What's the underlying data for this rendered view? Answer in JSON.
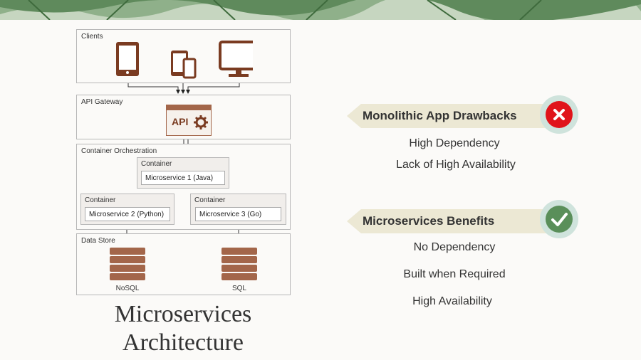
{
  "diagram": {
    "clients": {
      "label": "Clients",
      "devices": [
        "tablet-icon",
        "mobile-devices-icon",
        "desktop-monitor-icon"
      ]
    },
    "gateway": {
      "label": "API Gateway",
      "api_text": "API"
    },
    "orchestration": {
      "label": "Container Orchestration",
      "containers": [
        {
          "label": "Container",
          "service": "Microservice 1 (Java)"
        },
        {
          "label": "Container",
          "service": "Microservice 2 (Python)"
        },
        {
          "label": "Container",
          "service": "Microservice 3 (Go)"
        }
      ]
    },
    "datastore": {
      "label": "Data Store",
      "stores": [
        "NoSQL",
        "SQL"
      ]
    },
    "title_line1": "Microservices",
    "title_line2": "Architecture"
  },
  "drawbacks": {
    "title": "Monolithic App Drawbacks",
    "items": [
      "High Dependency",
      "Lack of High Availability"
    ],
    "color": "#e0141b"
  },
  "benefits": {
    "title": "Microservices Benefits",
    "items": [
      "No Dependency",
      "Built when Required",
      "High Availability"
    ],
    "color": "#5a8f5a"
  },
  "colors": {
    "accent_brown": "#7a3b21",
    "ribbon": "#ece8d4"
  }
}
